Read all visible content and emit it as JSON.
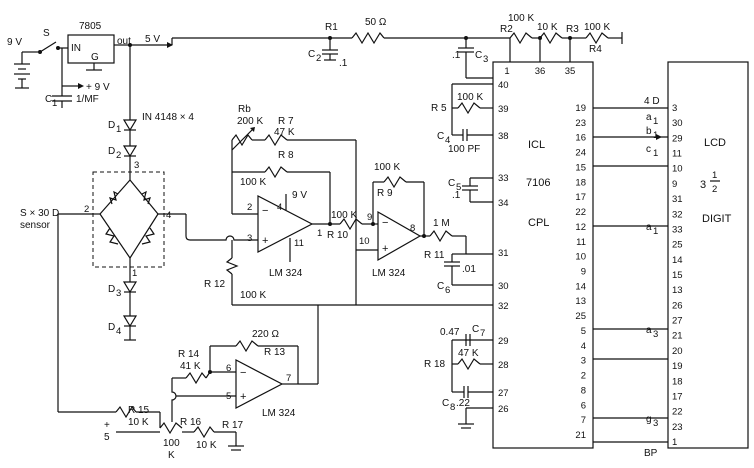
{
  "supply": {
    "battery": "9 V",
    "switch": "S",
    "vplus9": "+ 9 V",
    "c1": "C",
    "c1_sub": "1",
    "c1_val": "1/MF",
    "reg_name": "7805",
    "reg_in": "IN",
    "reg_g": "G",
    "reg_out": "out",
    "v5": "5 V"
  },
  "rail": {
    "r1": "R1",
    "r1_val": "50 Ω",
    "c2": "C",
    "c2_sub": "2",
    "c2_val": ".1",
    "c3_val": ".1",
    "c3": "C",
    "c3_sub": "3",
    "r2": "R2",
    "r2_val": "100 K",
    "r3": "R3",
    "r3_val": "10 K",
    "r4": "R4",
    "r4_val": "100 K"
  },
  "diodes": {
    "d1": "D",
    "d1_sub": "1",
    "d2": "D",
    "d2_sub": "2",
    "d3": "D",
    "d3_sub": "3",
    "d4": "D",
    "d4_sub": "4",
    "type": "IN 4148 × 4"
  },
  "bridge": {
    "sensor1": "S × 30 D",
    "sensor2": "sensor",
    "p1": "1",
    "p2": "2",
    "p3": "3",
    "p4": "4"
  },
  "amp1": {
    "rb": "Rb",
    "rb_val": "200 K",
    "r7": "R 7",
    "r7_val": "47 K",
    "r8": "R 8",
    "r8_val": "100 K",
    "v9": "9 V",
    "pin4": "4",
    "pin2": "2",
    "pin3": "3",
    "pin1": "1",
    "pin11": "11",
    "minus": "−",
    "plus": "+",
    "name": "LM 324",
    "r12": "R 12",
    "r12_val": "100 K"
  },
  "amp2": {
    "r9": "R 9",
    "r9_val": "100 K",
    "r10": "R 10",
    "r10_val": "100 K",
    "pin9": "9",
    "pin10": "10",
    "pin8": "8",
    "minus": "−",
    "plus": "+",
    "name": "LM 324",
    "r_out_val": "1 M",
    "r11": "R 11",
    "c_val": ".01",
    "c6": "C",
    "c6_sub": "6"
  },
  "amp3": {
    "r13_val": "220 Ω",
    "r13": "R 13",
    "r14": "R 14",
    "r14_val": "41 K",
    "pin6": "6",
    "pin5": "5",
    "pin7": "7",
    "minus": "−",
    "plus": "+",
    "name": "LM 324",
    "r15": "R 15",
    "r15_val": "10 K",
    "plus5": "+",
    "five": "5",
    "r16": "R 16",
    "r16_val1": "100",
    "r16_val2": "K",
    "r16_val3": "10 K",
    "r17": "R 17"
  },
  "icl": {
    "name1": "ICL",
    "name2": "7106",
    "name3": "CPL",
    "left_pins": [
      "1",
      "36",
      "35",
      "40",
      "39",
      "38",
      "33",
      "34",
      "31",
      "30",
      "32",
      "29",
      "28",
      "27",
      "26"
    ],
    "right_pins": [
      "19",
      "23",
      "16",
      "24",
      "15",
      "18",
      "17",
      "22",
      "12",
      "11",
      "10",
      "9",
      "14",
      "13",
      "25",
      "5",
      "4",
      "3",
      "2",
      "8",
      "6",
      "7",
      "21"
    ],
    "r5": "R 5",
    "r5_val": "100 K",
    "c4": "C",
    "c4_sub": "4",
    "c4_val": "100 PF",
    "c5": "C",
    "c5_sub": "5",
    "c5_val": ".1",
    "c7_val": "0.47",
    "c7": "C",
    "c7_sub": "7",
    "r18": "R 18",
    "r18_val": "47 K",
    "c8": "C",
    "c8_sub": "8",
    "c8_val": ".22"
  },
  "lcd": {
    "name": "LCD",
    "digits_main": "3",
    "digits_num": "1",
    "digits_den": "2",
    "digit": "DIGIT",
    "pins": [
      "3",
      "30",
      "29",
      "11",
      "10",
      "9",
      "31",
      "32",
      "33",
      "25",
      "14",
      "15",
      "13",
      "26",
      "27",
      "21",
      "20",
      "19",
      "18",
      "17",
      "22",
      "23",
      "1"
    ],
    "wire_4d": "4 D",
    "wire_a1": "a",
    "wire_b1": "b",
    "wire_c1": "c",
    "wire_a1b": "a",
    "wire_a3": "a",
    "wire_g3": "g",
    "sub1": "1",
    "sub3": "3",
    "bp": "BP"
  }
}
